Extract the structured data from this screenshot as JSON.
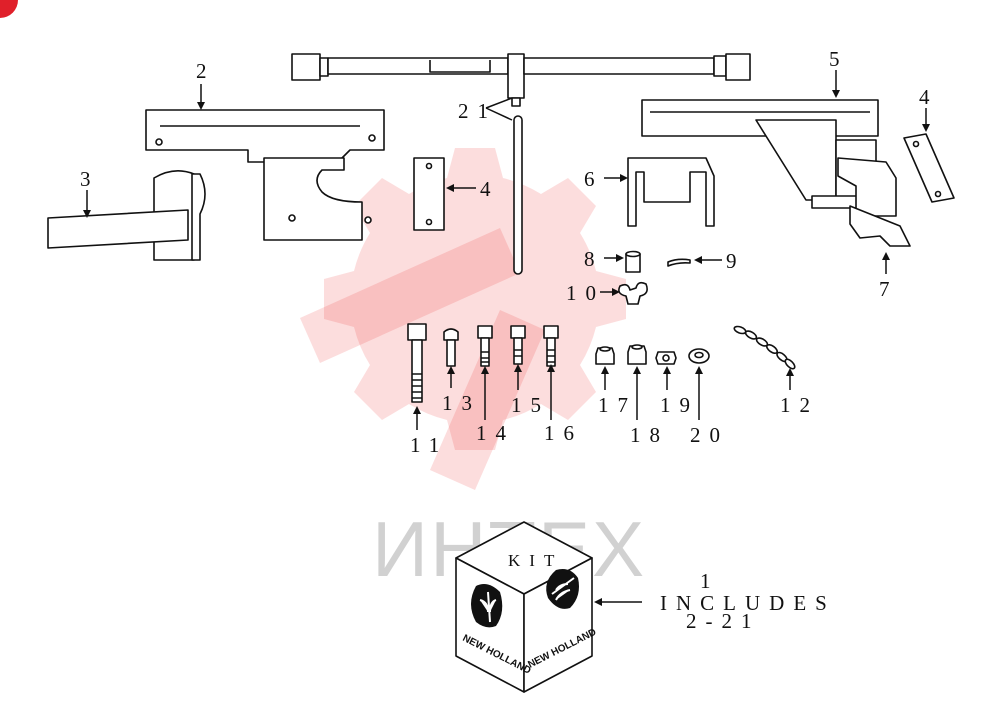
{
  "labels": {
    "p1": "1",
    "p2": "2",
    "p3": "3",
    "p4a": "4",
    "p4b": "4",
    "p5": "5",
    "p6": "6",
    "p7": "7",
    "p8": "8",
    "p9": "9",
    "p10": "10",
    "p11": "11",
    "p12": "12",
    "p13": "13",
    "p14": "14",
    "p15": "15",
    "p16": "16",
    "p17": "17",
    "p18": "18",
    "p19": "19",
    "p20": "20",
    "p21": "21"
  },
  "kit": {
    "box_label": "KIT",
    "includes_text": "INCLUDES",
    "includes_range": "2-21",
    "brand_left": "NEW HOLLAND",
    "brand_right": "NEW HOLLAND"
  },
  "watermark": {
    "text": "ИНТЕХ",
    "color": "#ee2b2b"
  },
  "colors": {
    "ink": "#111111",
    "accent": "#e0202a"
  }
}
